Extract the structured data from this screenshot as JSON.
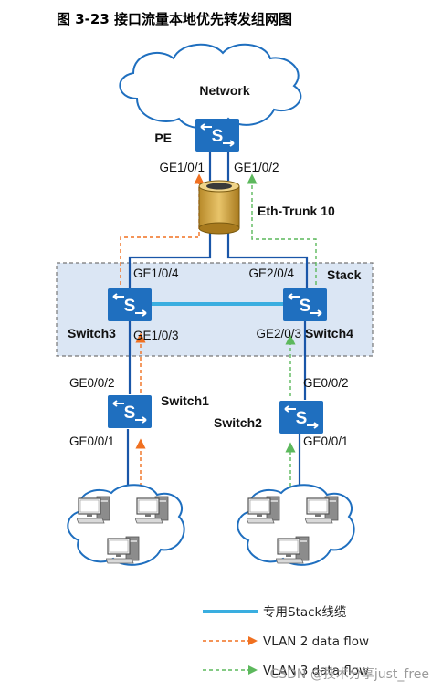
{
  "figure": {
    "title": "图 3-23 接口流量本地优先转发组网图"
  },
  "nodes": {
    "network": "Network",
    "pe": "PE",
    "eth_trunk": "Eth-Trunk 10",
    "stack": "Stack",
    "switch3": "Switch3",
    "switch4": "Switch4",
    "switch1": "Switch1",
    "switch2": "Switch2"
  },
  "ports": {
    "pe_left": "GE1/0/1",
    "pe_right": "GE1/0/2",
    "sw3_up": "GE1/0/4",
    "sw4_up": "GE2/0/4",
    "sw3_down": "GE1/0/3",
    "sw4_down": "GE2/0/3",
    "sw1_up": "GE0/0/2",
    "sw2_up": "GE0/0/2",
    "sw1_down": "GE0/0/1",
    "sw2_down": "GE0/0/1"
  },
  "legend": {
    "stack_cable": "专用Stack线缆",
    "vlan2": "VLAN 2 data flow",
    "vlan3": "VLAN 3 data flow"
  },
  "watermark": "CSDN @技术分享just_free",
  "colors": {
    "device_blue": "#1f6fbf",
    "link_blue": "#1a56a8",
    "stack_cable": "#3aaee0",
    "vlan2_orange": "#f07020",
    "vlan3_green": "#5cb85c",
    "stack_bg": "#dbe6f4"
  }
}
